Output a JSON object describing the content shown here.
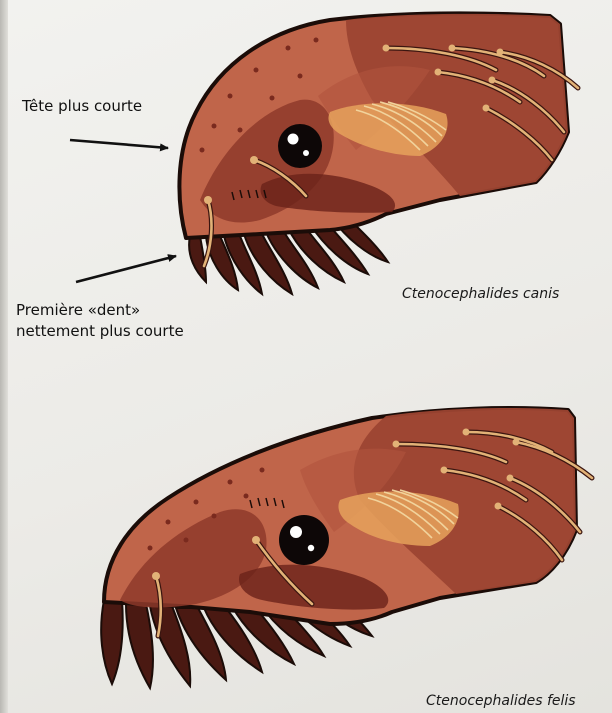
{
  "annotations": {
    "head_shorter": "Tête plus courte",
    "first_tooth_line1": "Première «dent»",
    "first_tooth_line2": "nettement plus courte"
  },
  "species": {
    "top": "Ctenocephalides canis",
    "bottom": "Ctenocephalides felis"
  },
  "colors": {
    "head_main": "#c0654a",
    "head_dark": "#8e3a2a",
    "head_deep": "#6a2219",
    "outline": "#1b0c08",
    "comb_tooth": "#4a1912",
    "bristle": "#e2b277",
    "eye": "#0d0707"
  }
}
